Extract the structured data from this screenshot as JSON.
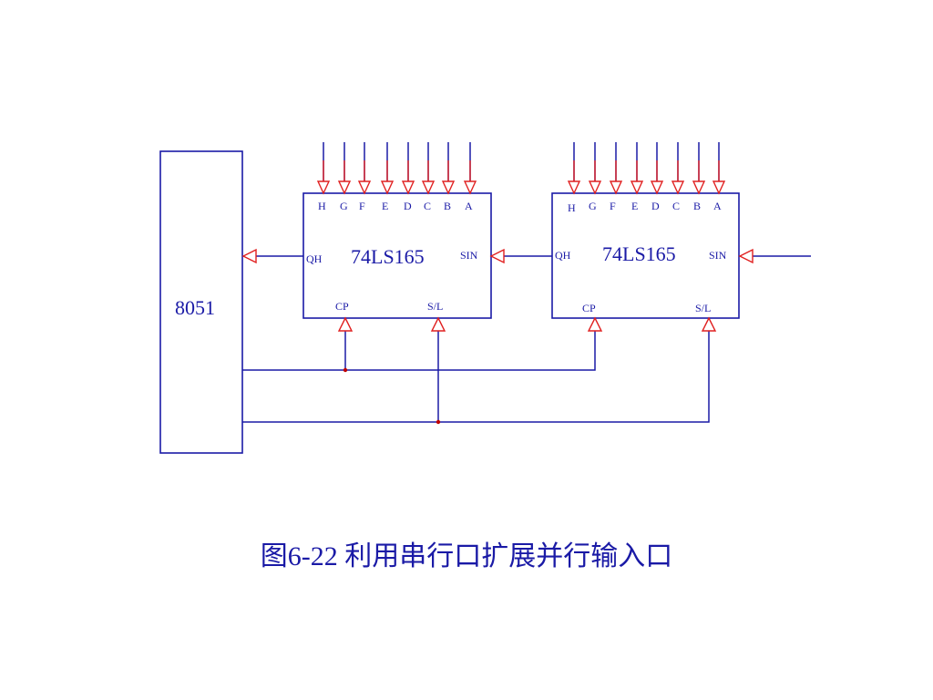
{
  "mcu": {
    "label": "8051"
  },
  "chips": [
    {
      "title": "74LS165",
      "pins": {
        "inputs": [
          "H",
          "G",
          "F",
          "E",
          "D",
          "C",
          "B",
          "A"
        ],
        "qh": "QH",
        "sin": "SIN",
        "cp": "CP",
        "sl": "S/L"
      }
    },
    {
      "title": "74LS165",
      "pins": {
        "inputs": [
          "H",
          "G",
          "F",
          "E",
          "D",
          "C",
          "B",
          "A"
        ],
        "qh": "QH",
        "sin": "SIN",
        "cp": "CP",
        "sl": "S/L"
      }
    }
  ],
  "caption": "图6-22  利用串行口扩展并行输入口",
  "colors": {
    "wire": "#1a1aa6",
    "arrow": "#e02020",
    "junction": "#c00000"
  }
}
